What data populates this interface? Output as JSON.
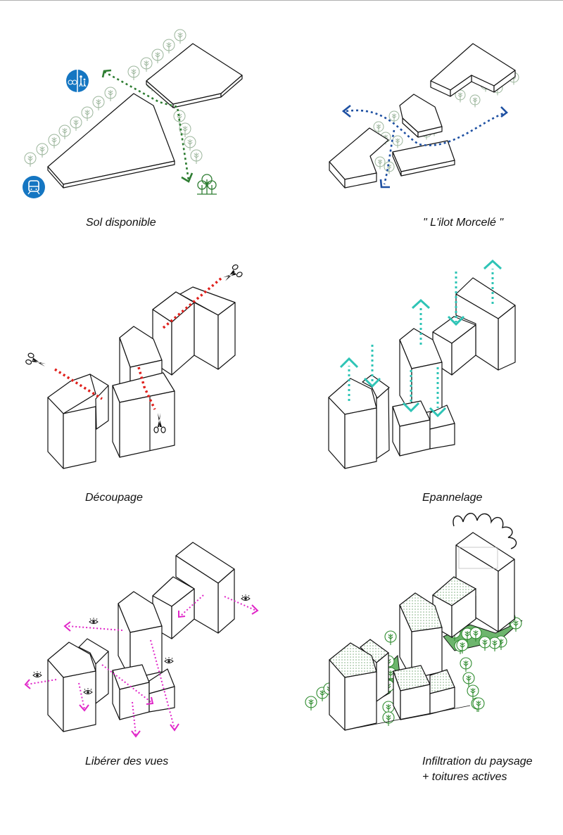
{
  "title": "Diagrammes de conception urbaine",
  "colors": {
    "building_stroke": "#111111",
    "path_green": "#2e7d32",
    "path_blue": "#1e50a2",
    "cut_red": "#e0201c",
    "arrow_teal": "#2ec4b6",
    "view_magenta": "#e026c8",
    "landscape_green": "#5faa5f",
    "icon_blue": "#1576c2"
  },
  "panels": [
    {
      "id": "sol-disponible",
      "caption": "Sol disponible",
      "icons": [
        "bike-pedestrian-sign-icon",
        "train-icon",
        "forest-icon",
        "tree-icon"
      ]
    },
    {
      "id": "ilot-morcele",
      "caption": "\" L'ilot Morcelé \"",
      "icons": [
        "tree-icon"
      ]
    },
    {
      "id": "decoupage",
      "caption": "Découpage",
      "icons": [
        "scissors-icon"
      ]
    },
    {
      "id": "epannelage",
      "caption": "Epannelage",
      "icons": [
        "up-arrow-icon",
        "down-arrow-icon"
      ]
    },
    {
      "id": "liberer-vues",
      "caption": "Libérer des vues",
      "icons": [
        "eye-icon"
      ]
    },
    {
      "id": "infiltration",
      "caption": "Infiltration du paysage",
      "caption_line2": "+ toitures actives",
      "icons": [
        "sun-icon",
        "tree-icon"
      ]
    }
  ]
}
